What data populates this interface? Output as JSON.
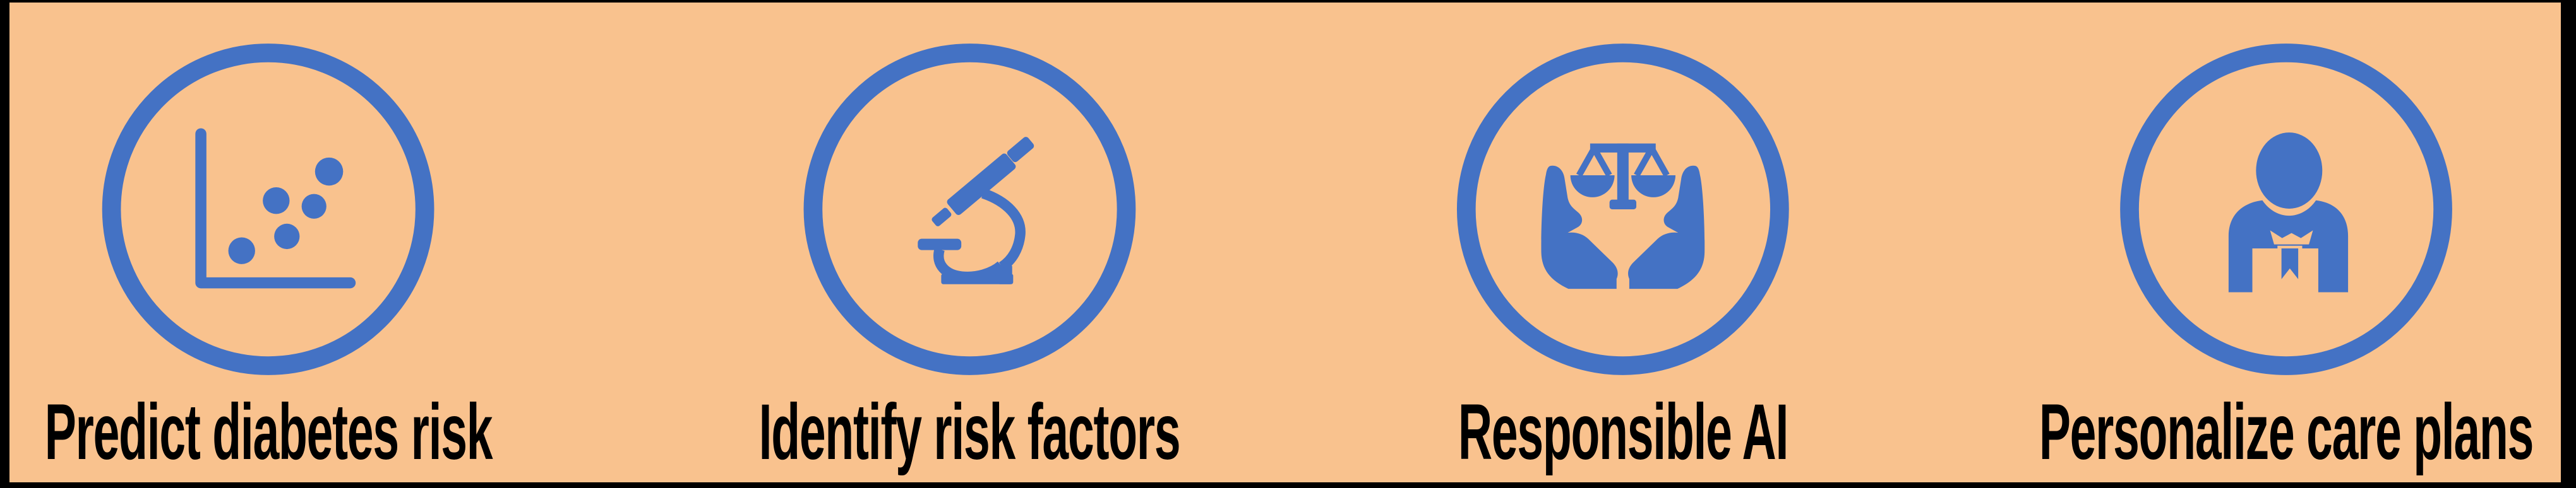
{
  "banner": {
    "background_color": "#f9c28e",
    "accent_color": "#4472c4",
    "text_color": "#000000",
    "frame_color": "#000000",
    "features": [
      {
        "label": "Predict diabetes risk",
        "icon": "scatter-chart-icon"
      },
      {
        "label": "Identify risk factors",
        "icon": "microscope-icon"
      },
      {
        "label": "Responsible AI",
        "icon": "scales-in-hands-icon"
      },
      {
        "label": "Personalize care plans",
        "icon": "person-award-icon"
      }
    ]
  }
}
